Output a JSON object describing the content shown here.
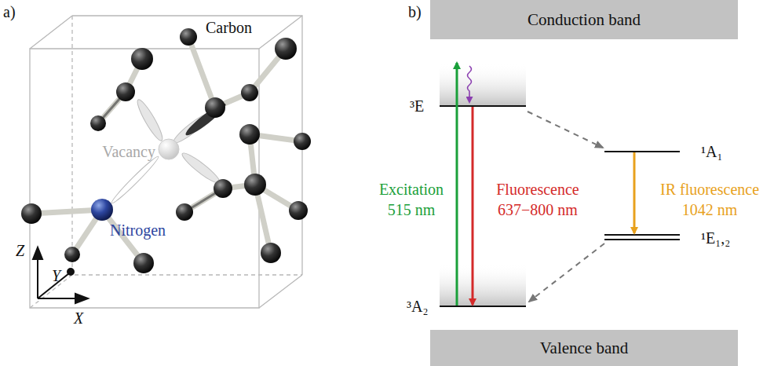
{
  "diagram": {
    "nodes": [
      {
        "text": [
          "Conduction band"
        ]
      },
      {
        "text": [
          "Valence band"
        ]
      }
    ],
    "labels": [
      "a)",
      "Carbon",
      "Vacancy",
      "Nitrogen",
      "Z",
      "Y",
      "X",
      "b)",
      "³E",
      "³A₂",
      "Excitation 515 nm",
      "Fluorescence 637−800 nm",
      "¹A₁",
      "¹E₁,₂",
      "IR fluorescence 1042 nm"
    ]
  }
}
